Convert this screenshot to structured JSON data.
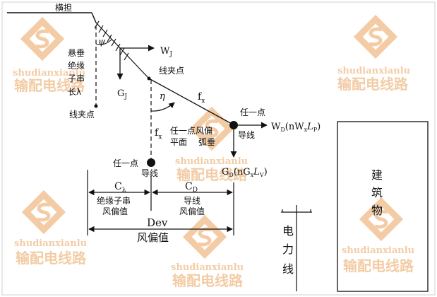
{
  "labels": {
    "crossarm": "横担",
    "psi": "ψ",
    "insulator_1": "悬垂",
    "insulator_2": "绝缘",
    "insulator_3": "子串",
    "insulator_4": "长λ",
    "clamp_left": "线夹点",
    "clamp_top": "线夹点",
    "eta": "η",
    "wj": "W",
    "wj_sub": "J",
    "gj": "G",
    "gj_sub": "J",
    "fx_diag": "f",
    "fx_diag_sub": "x",
    "fx_vert": "f",
    "fx_vert_sub": "x",
    "any_point_right": "任一点",
    "conductor_right": "导线",
    "any_point_left": "任一点",
    "conductor_left": "导线",
    "plane_1": "任一点风偏",
    "plane_2": "平面",
    "plane_3": "弧垂",
    "wd": "W",
    "wd_sub": "D",
    "wd_formula_open": "(nW",
    "wd_formula_x": "x",
    "wd_formula_l": "L",
    "wd_formula_p": "P",
    "wd_formula_close": ")",
    "gd": "G",
    "gd_sub": "D",
    "gd_formula_open": "(nG",
    "gd_formula_x": "x",
    "gd_formula_l": "L",
    "gd_formula_v": "V",
    "gd_formula_close": ")",
    "c_lambda": "C",
    "c_lambda_sub": "λ",
    "c_lambda_desc_1": "绝缘子串",
    "c_lambda_desc_2": "风偏值",
    "c_d": "C",
    "c_d_sub": "D",
    "c_d_desc_1": "导线",
    "c_d_desc_2": "风偏值",
    "dev": "Dev",
    "dev_desc": "风偏值",
    "power_line_1": "电",
    "power_line_2": "力",
    "power_line_3": "线",
    "building_1": "建",
    "building_2": "筑",
    "building_3": "物"
  },
  "watermark": {
    "en": "shudianxianlu",
    "cn": "输配电线路"
  },
  "colors": {
    "ink": "#111111",
    "watermark": "#f2c79c",
    "frame": "#d0d0d0"
  }
}
